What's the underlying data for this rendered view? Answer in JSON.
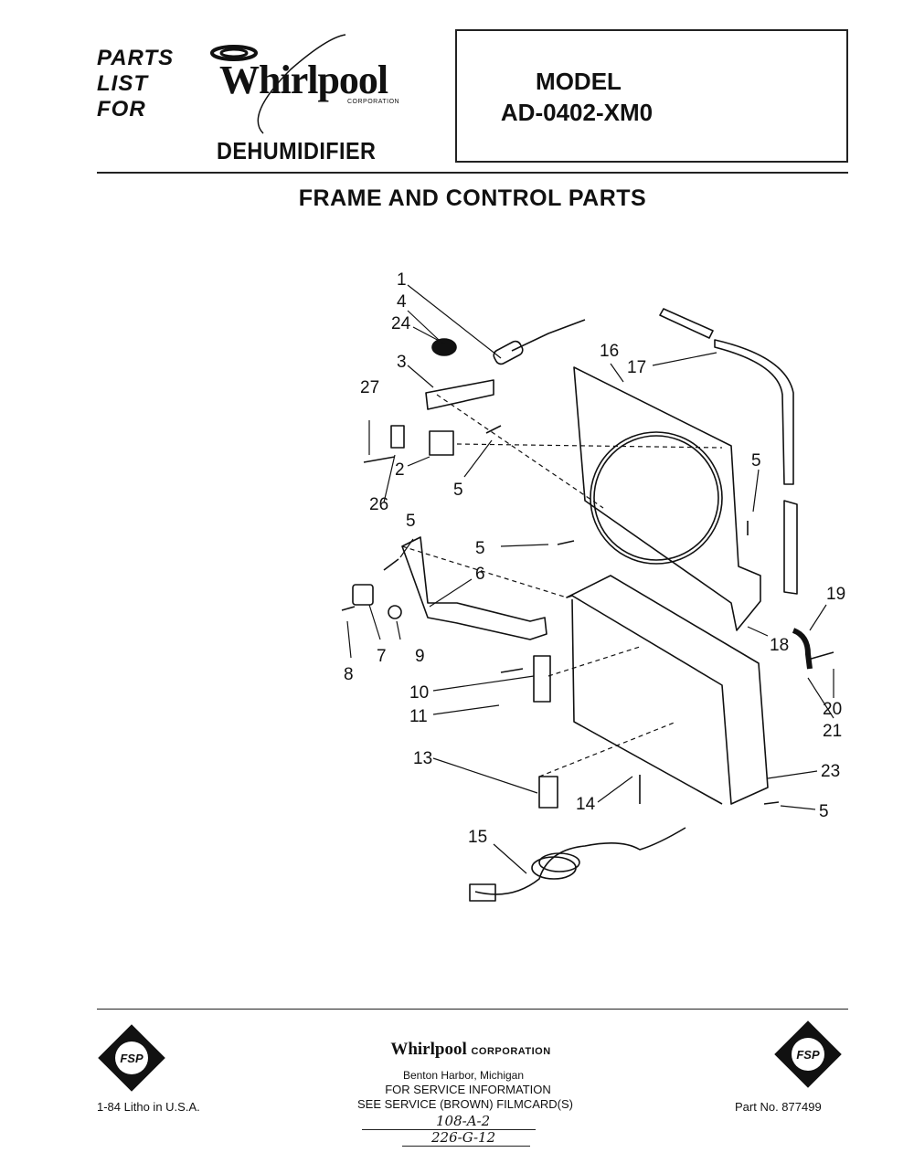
{
  "header": {
    "parts_list_lines": [
      "PARTS",
      "LIST",
      "FOR"
    ],
    "brand": "Whirlpool",
    "brand_sub": "CORPORATION",
    "product": "DEHUMIDIFIER",
    "model_label": "MODEL",
    "model_number": "AD-0402-XM0"
  },
  "section_title": "FRAME AND CONTROL PARTS",
  "callouts": [
    "1",
    "4",
    "24",
    "3",
    "27",
    "2",
    "26",
    "5",
    "16",
    "17",
    "5",
    "5",
    "5",
    "6",
    "19",
    "8",
    "7",
    "9",
    "18",
    "10",
    "11",
    "20",
    "21",
    "13",
    "14",
    "23",
    "5",
    "15"
  ],
  "footer": {
    "fsp_logo_text": "FSP",
    "left_text": "1-84 Litho in U.S.A.",
    "corp_name": "Whirlpool",
    "corp_suffix": "CORPORATION",
    "corp_city": "Benton Harbor, Michigan",
    "service_line1": "FOR SERVICE INFORMATION",
    "service_line2": "SEE SERVICE (BROWN) FILMCARD(S)",
    "filmcard1": "108-A-2",
    "filmcard2": "226-G-12",
    "part_number": "Part No. 877499"
  }
}
